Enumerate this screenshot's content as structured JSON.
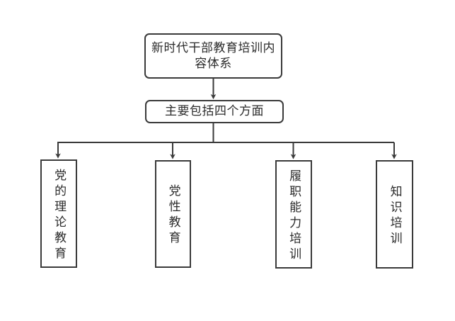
{
  "diagram": {
    "type": "org-tree",
    "orientation": "top-down",
    "colors": {
      "stroke": "#3a3a3a",
      "text": "#2b2b2b",
      "background": "#ffffff"
    },
    "root": {
      "label": "新时代干部教育培训内容体系",
      "shape": "rounded-rectangle",
      "text_direction": "horizontal"
    },
    "overview": {
      "label": "主要包括四个方面",
      "shape": "rounded-rectangle",
      "text_direction": "horizontal"
    },
    "aspects": [
      {
        "label": "党的理论教育",
        "shape": "rectangle",
        "text_direction": "vertical"
      },
      {
        "label": "党性教育",
        "shape": "rectangle",
        "text_direction": "vertical"
      },
      {
        "label": "履职能力培训",
        "shape": "rectangle",
        "text_direction": "vertical"
      },
      {
        "label": "知识培训",
        "shape": "rectangle",
        "text_direction": "vertical"
      }
    ],
    "connectors": {
      "root_to_overview": "arrow-down",
      "overview_to_bus": "line-down",
      "bus_to_aspects": "arrow-down"
    }
  }
}
